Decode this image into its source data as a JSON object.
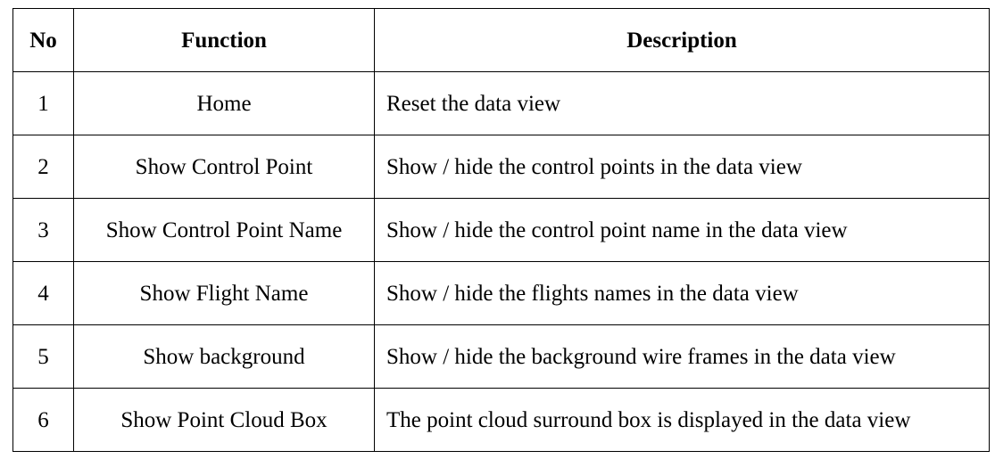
{
  "table": {
    "headers": {
      "no": "No",
      "function": "Function",
      "description": "Description"
    },
    "rows": [
      {
        "no": "1",
        "function": "Home",
        "description": "Reset the data view"
      },
      {
        "no": "2",
        "function": "Show Control Point",
        "description": "Show / hide the control points in the data view"
      },
      {
        "no": "3",
        "function": "Show Control Point Name",
        "description": "Show / hide the control point name in the data view"
      },
      {
        "no": "4",
        "function": "Show Flight Name",
        "description": "Show / hide the flights names in the data view"
      },
      {
        "no": "5",
        "function": "Show background",
        "description": "Show / hide the background wire frames in the data view"
      },
      {
        "no": "6",
        "function": "Show Point Cloud Box",
        "description": "The point cloud surround box is displayed in the data view"
      }
    ]
  }
}
